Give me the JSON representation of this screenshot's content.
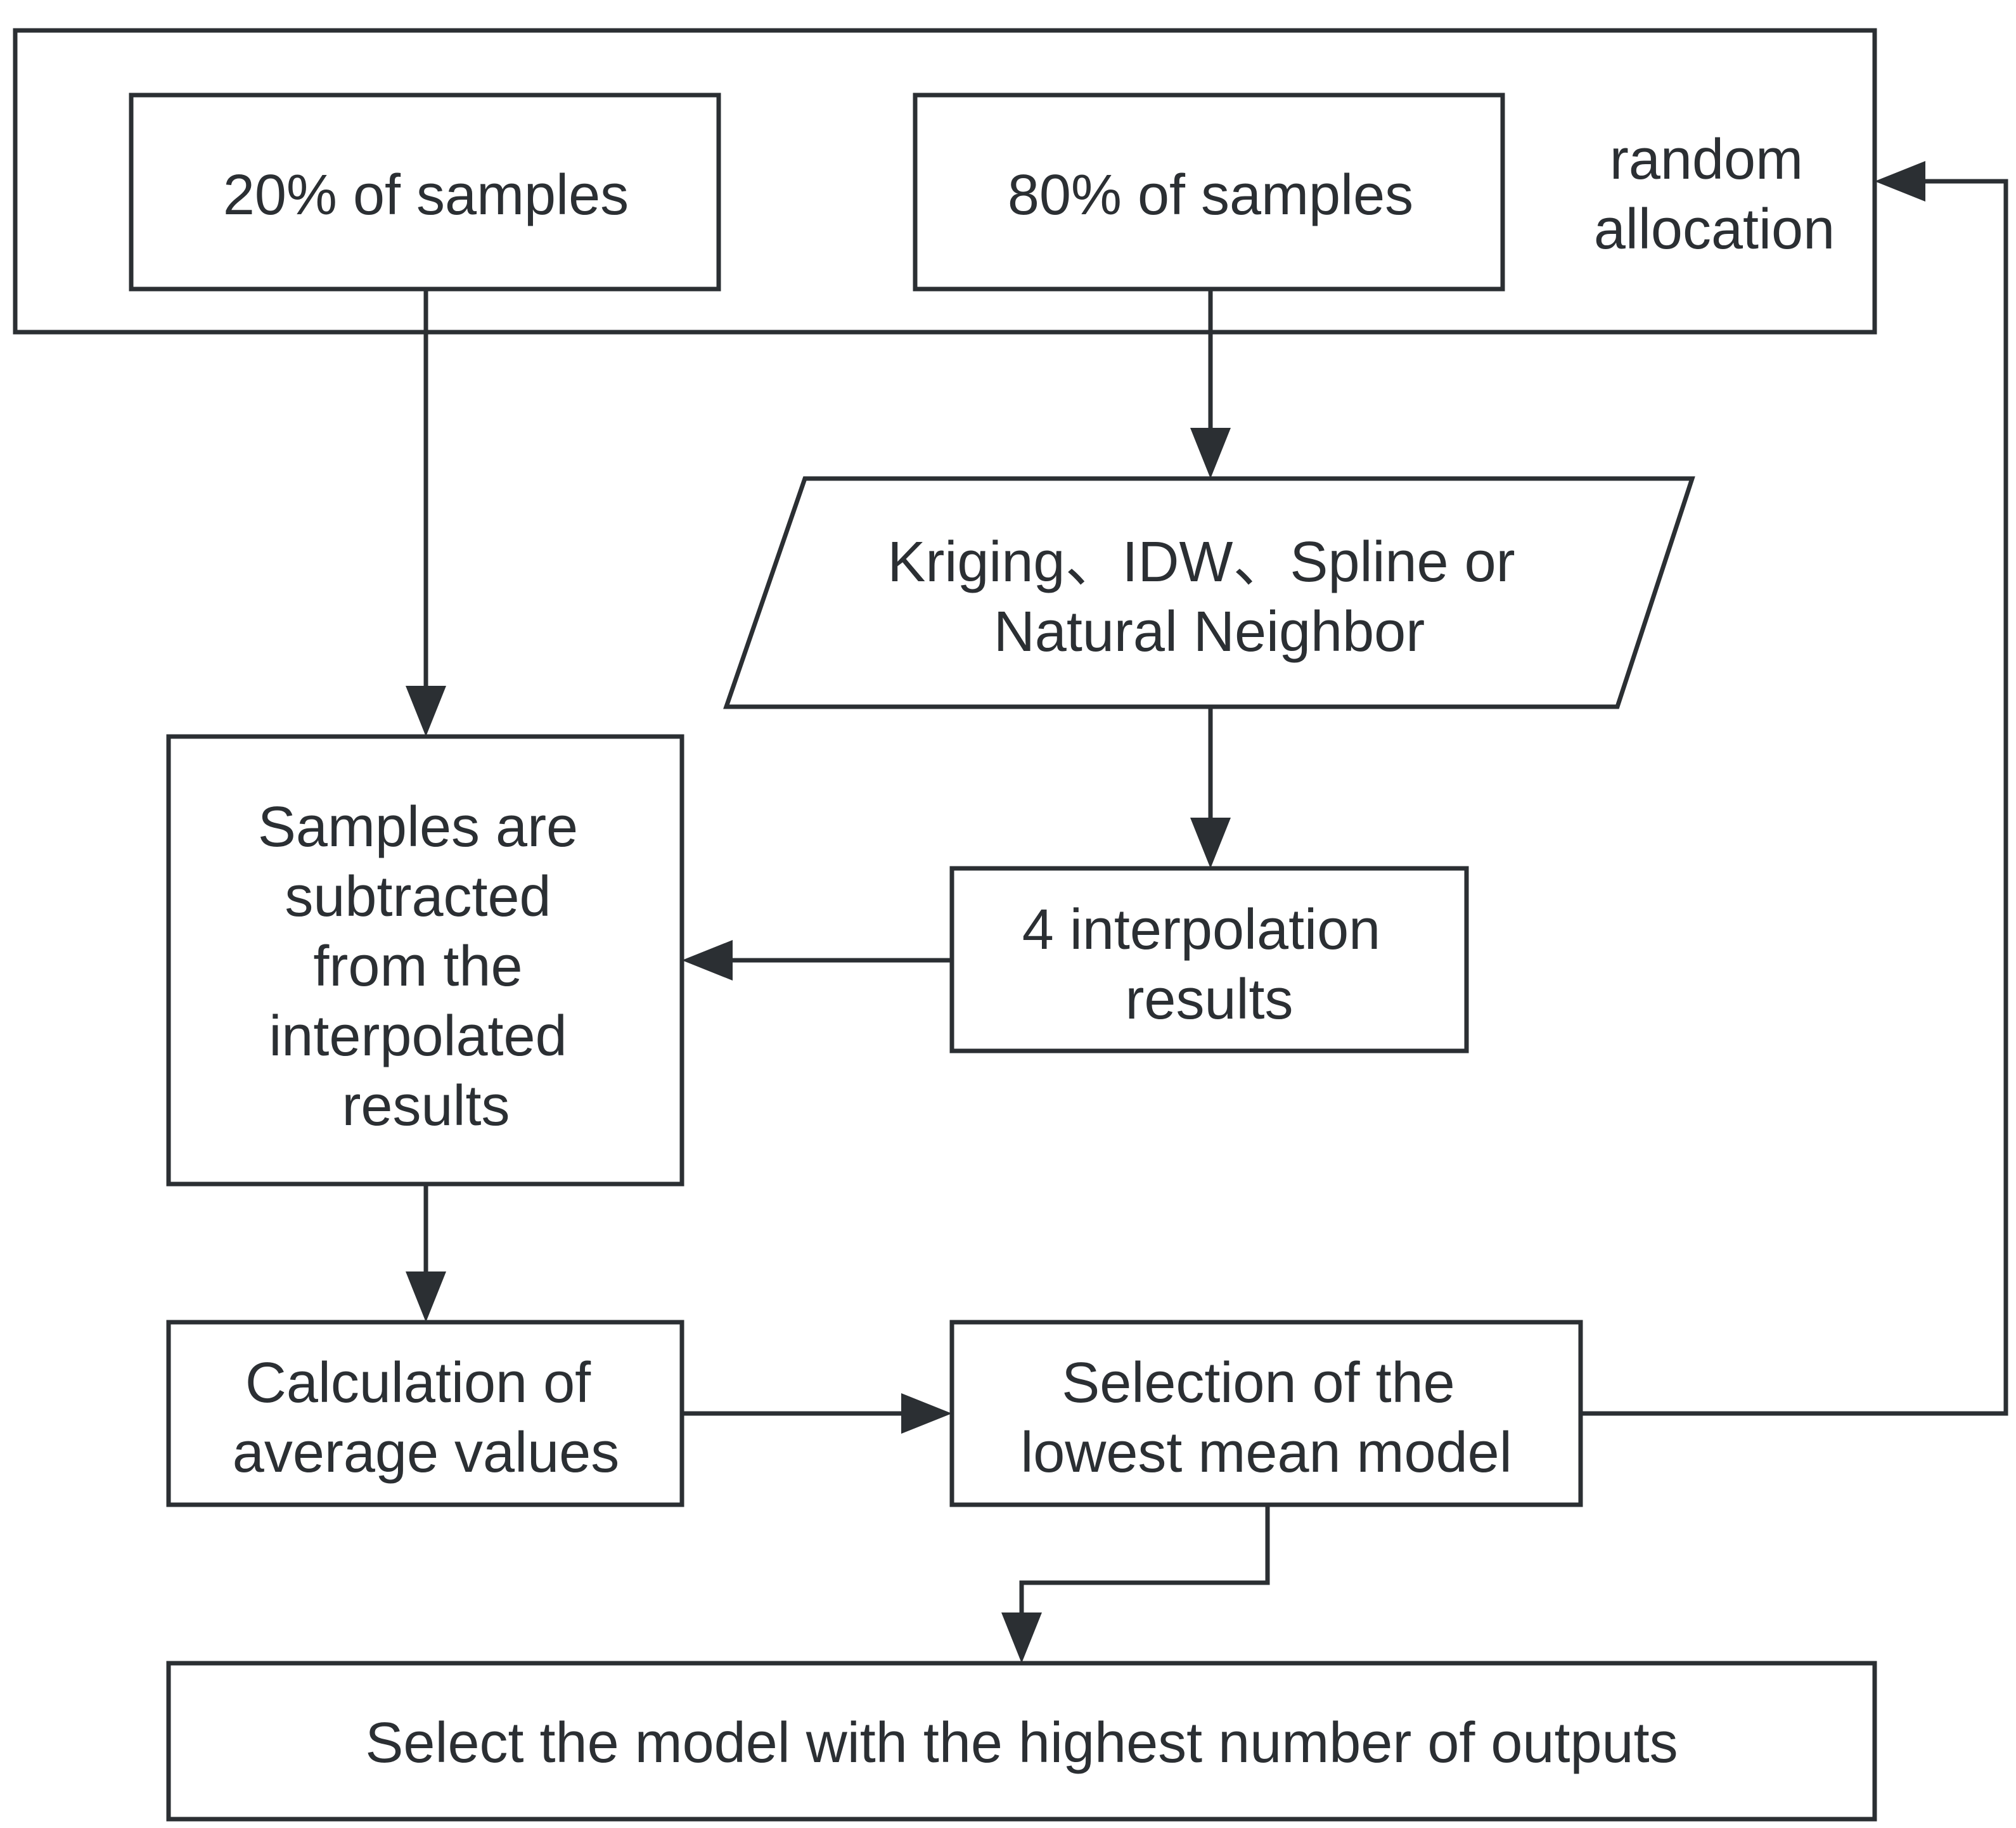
{
  "colors": {
    "stroke": "#2b2f33",
    "text": "#2b2f33",
    "background": "#ffffff"
  },
  "nodes": {
    "random_allocation": {
      "lines": [
        "random",
        "allocation"
      ]
    },
    "samples_20": {
      "lines": [
        "20% of samples"
      ]
    },
    "samples_80": {
      "lines": [
        "80% of samples"
      ]
    },
    "methods": {
      "lines": [
        "Kriging、IDW、Spline or",
        "Natural Neighbor"
      ]
    },
    "interp_results": {
      "lines": [
        "4 interpolation",
        "results"
      ]
    },
    "subtract": {
      "lines": [
        "Samples are",
        "subtracted",
        "from the",
        "interpolated",
        "results"
      ]
    },
    "average": {
      "lines": [
        "Calculation of",
        "average values"
      ]
    },
    "lowest_mean": {
      "lines": [
        "Selection of the",
        "lowest mean model"
      ]
    },
    "final": {
      "lines": [
        "Select the model with the highest number of outputs"
      ]
    }
  }
}
